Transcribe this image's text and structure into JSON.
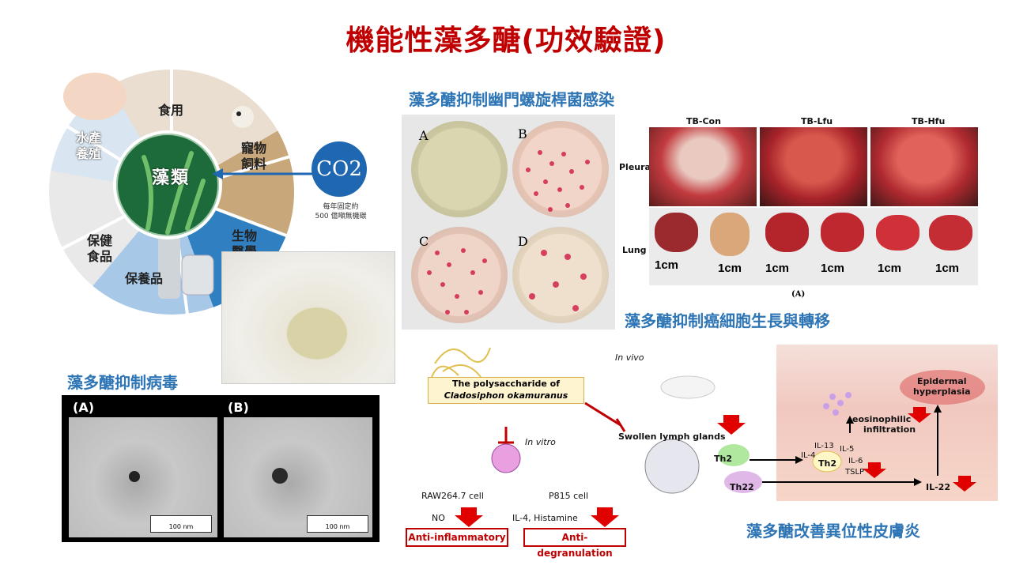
{
  "title": "機能性藻多醣(功效驗證)",
  "sections": {
    "h_pylori": "藻多醣抑制幽門螺旋桿菌感染",
    "cancer": "藻多醣抑制癌細胞生長與轉移",
    "virus": "藻多醣抑制病毒",
    "dermatitis": "藻多醣改善異位性皮膚炎"
  },
  "wheel": {
    "center": "藻類",
    "segments": [
      "食用",
      "寵物飼料",
      "生物醫學",
      "保養品",
      "保健食品",
      "水產養殖"
    ],
    "co2_label": "CO2",
    "co2_caption_line1": "每年固定約",
    "co2_caption_line2": "500 億噸無機碳"
  },
  "plates": [
    "A",
    "B",
    "C",
    "D"
  ],
  "tumor": {
    "columns": [
      "TB-Con",
      "TB-Lfu",
      "TB-Hfu"
    ],
    "rows": [
      "Pleura",
      "Lung"
    ],
    "scale_labels": [
      "1cm",
      "1cm",
      "1cm",
      "1cm",
      "1cm",
      "1cm"
    ],
    "panel_label": "(A)"
  },
  "virus_panels": {
    "labels": [
      "(A)",
      "(B)"
    ],
    "scale_label": "100 nm"
  },
  "mechanism": {
    "polysaccharide_line1": "The polysaccharide of",
    "polysaccharide_line2": "Cladosiphon okamuranus",
    "in_vitro": "In vitro",
    "in_vivo": "In vivo",
    "raw_cell": "RAW264.7 cell",
    "p815_cell": "P815 cell",
    "no": "NO",
    "il4_hist": "IL-4, Histamine",
    "anti_inflammatory": "Anti-inflammatory",
    "anti_degranulation": "Anti-degranulation",
    "swollen": "Swollen lymph glands",
    "th2": "Th2",
    "th22": "Th22",
    "th2_b": "Th2",
    "il13": "IL-13",
    "il4": "IL-4",
    "il5": "IL-5",
    "il6": "IL-6",
    "tslp": "TSLP",
    "il22": "IL-22",
    "eos_line1": "eosinophilic",
    "eos_line2": "infiltration",
    "epi_line1": "Epidermal",
    "epi_line2": "hyperplasia"
  },
  "colors": {
    "title": "#c00000",
    "section": "#2e75b6",
    "arrow": "#e00000"
  }
}
